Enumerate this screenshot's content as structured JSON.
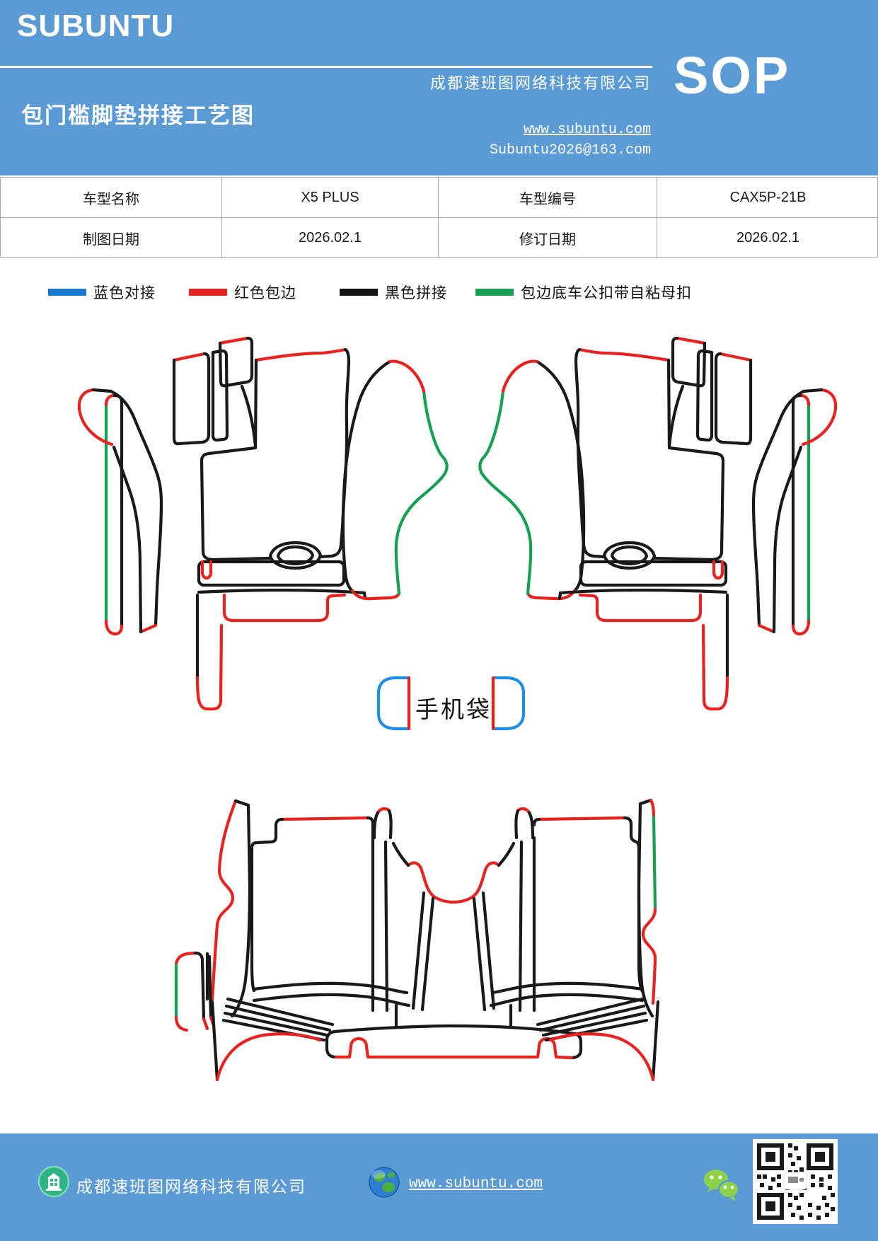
{
  "header": {
    "logo_text": "SUBUNTU",
    "title": "包门槛脚垫拼接工艺图",
    "company_name": "成都速班图网络科技有限公司",
    "website": "www.subuntu.com",
    "email": "Subuntu2026@163.com",
    "sop_label": "SOP",
    "bg_color": "#5b9bd5"
  },
  "info_table": {
    "rows": [
      [
        "车型名称",
        "X5 PLUS",
        "车型编号",
        "CAX5P-21B"
      ],
      [
        "制图日期",
        "2026.02.1",
        "修订日期",
        "2026.02.1"
      ]
    ]
  },
  "legend": {
    "items": [
      {
        "name": "blue-butt-joint",
        "label": "蓝色对接",
        "color": "#1778cc"
      },
      {
        "name": "red-edge-binding",
        "label": "红色包边",
        "color": "#e8231f"
      },
      {
        "name": "black-splice",
        "label": "黑色拼接",
        "color": "#141414"
      },
      {
        "name": "green-snap-edge",
        "label": "包边底车公扣带自粘母扣",
        "color": "#16a052"
      }
    ]
  },
  "diagram": {
    "phone_bag_label": "手机袋",
    "line_colors": {
      "outline_black": "#191919",
      "binding_red": "#e8231f",
      "snap_green": "#16a052",
      "joint_blue": "#1f8ce6"
    }
  },
  "footer": {
    "company_name": "成都速班图网络科技有限公司",
    "website": "www.subuntu.com",
    "bg_color": "#5b9bd5",
    "icons": {
      "left": "company-building-icon",
      "globe": "globe-icon",
      "wechat": "wechat-icon",
      "qr": "qr-code"
    }
  }
}
